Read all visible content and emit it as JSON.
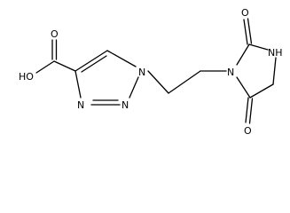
{
  "structure": {
    "atom_labels": {
      "carboxyl_oxygen": "O",
      "hydroxyl": "HO",
      "triazole_n1": "N",
      "triazole_n2": "N",
      "triazole_n3": "N",
      "imidazolidine_n1": "N",
      "imidazolidine_nh": "NH",
      "ketone_oxygen_top": "O",
      "ketone_oxygen_bottom": "O"
    }
  }
}
